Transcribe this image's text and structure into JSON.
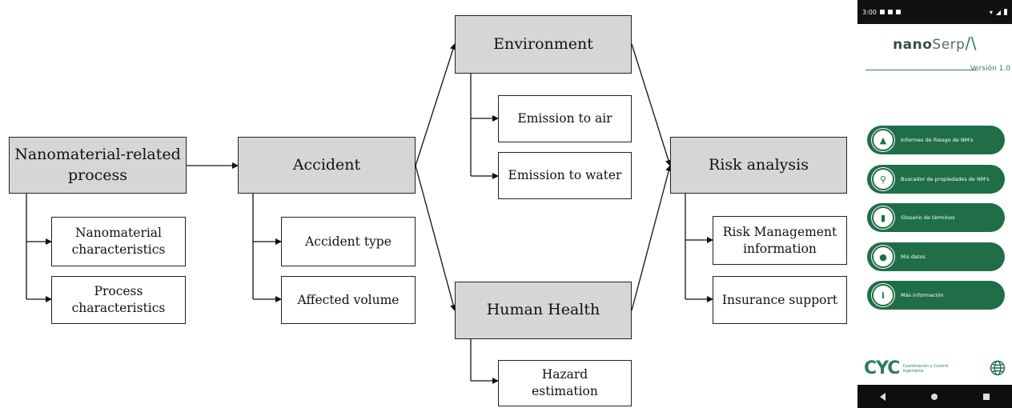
{
  "diagram": {
    "nodes": {
      "process": "Nanomaterial-related\nprocess",
      "process_sub1": "Nanomaterial\ncharacteristics",
      "process_sub2": "Process\ncharacteristics",
      "accident": "Accident",
      "accident_sub1": "Accident type",
      "accident_sub2": "Affected volume",
      "environment": "Environment",
      "environment_sub1": "Emission to air",
      "environment_sub2": "Emission to water",
      "human_health": "Human Health",
      "human_health_sub1": "Hazard\nestimation",
      "risk": "Risk analysis",
      "risk_sub1": "Risk Management\ninformation",
      "risk_sub2": "Insurance support"
    },
    "colors": {
      "main_fill": "#d6d6d6",
      "sub_fill": "#ffffff",
      "stroke": "#222222"
    }
  },
  "app": {
    "status_time": "3:00",
    "logo_prefix": "nano",
    "logo_suffix": "Serp",
    "logo_mark": "/\\",
    "version": "Versión 1.0",
    "menu": [
      {
        "label": "Informes de Riesgo de NM's",
        "icon": "warning-icon"
      },
      {
        "label": "Buscador de propiedades de NM's",
        "icon": "search-icon"
      },
      {
        "label": "Glosario de términos",
        "icon": "book-icon"
      },
      {
        "label": "Mis datos",
        "icon": "person-icon"
      },
      {
        "label": "Más información",
        "icon": "info-icon"
      }
    ],
    "footer_brand": "CYC",
    "footer_text": "Coordinación y Control\nIngenieros",
    "accent": "#1f6e47"
  }
}
